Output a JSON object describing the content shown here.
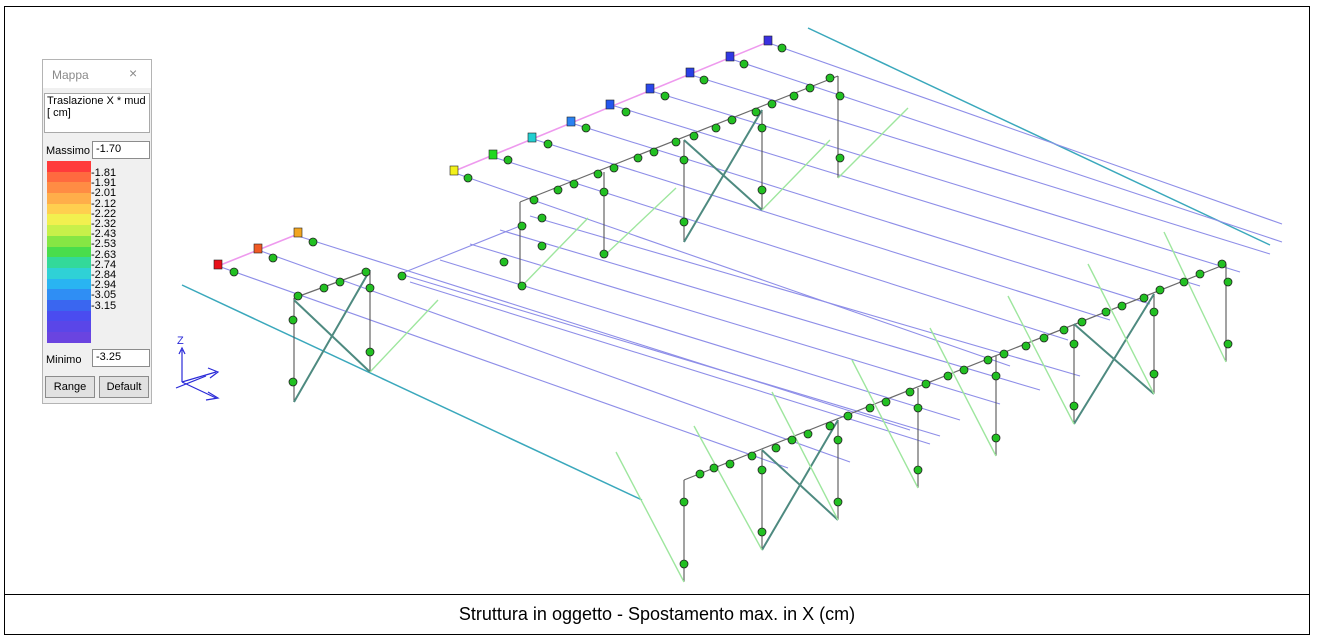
{
  "legend": {
    "title": "Mappa",
    "close_glyph": "×",
    "quantity": "Traslazione X * mud [ cm]",
    "max_label": "Massimo",
    "max_value": "-1.70",
    "min_label": "Minimo",
    "min_value": "-3.25",
    "range_button": "Range",
    "default_button": "Default",
    "ticks": [
      "-1.81",
      "-1.91",
      "-2.01",
      "-2.12",
      "-2.22",
      "-2.32",
      "-2.43",
      "-2.53",
      "-2.63",
      "-2.74",
      "-2.84",
      "-2.94",
      "-3.05",
      "-3.15"
    ],
    "colors": [
      "#ff3b3b",
      "#ff6a3f",
      "#ff8c44",
      "#ffae4a",
      "#ffcf4f",
      "#f2f04f",
      "#c8f04a",
      "#86e644",
      "#49dd4c",
      "#33d99a",
      "#2fd1d6",
      "#29b4f2",
      "#2f8ef4",
      "#3a66f0",
      "#4a4cf0",
      "#5a46e8",
      "#6a44e0"
    ]
  },
  "axes": {
    "z_label": "Z"
  },
  "caption": "Struttura in oggetto - Spostamento max. in X (cm)",
  "colors": {
    "beam": "#8e8ee8",
    "bracing": "#9ee69e",
    "column": "#5a5a5a",
    "cross_brace": "#4e8a80",
    "ground": "#3aa8bc",
    "ridge": "#ee9aee",
    "node": "#22c022"
  }
}
